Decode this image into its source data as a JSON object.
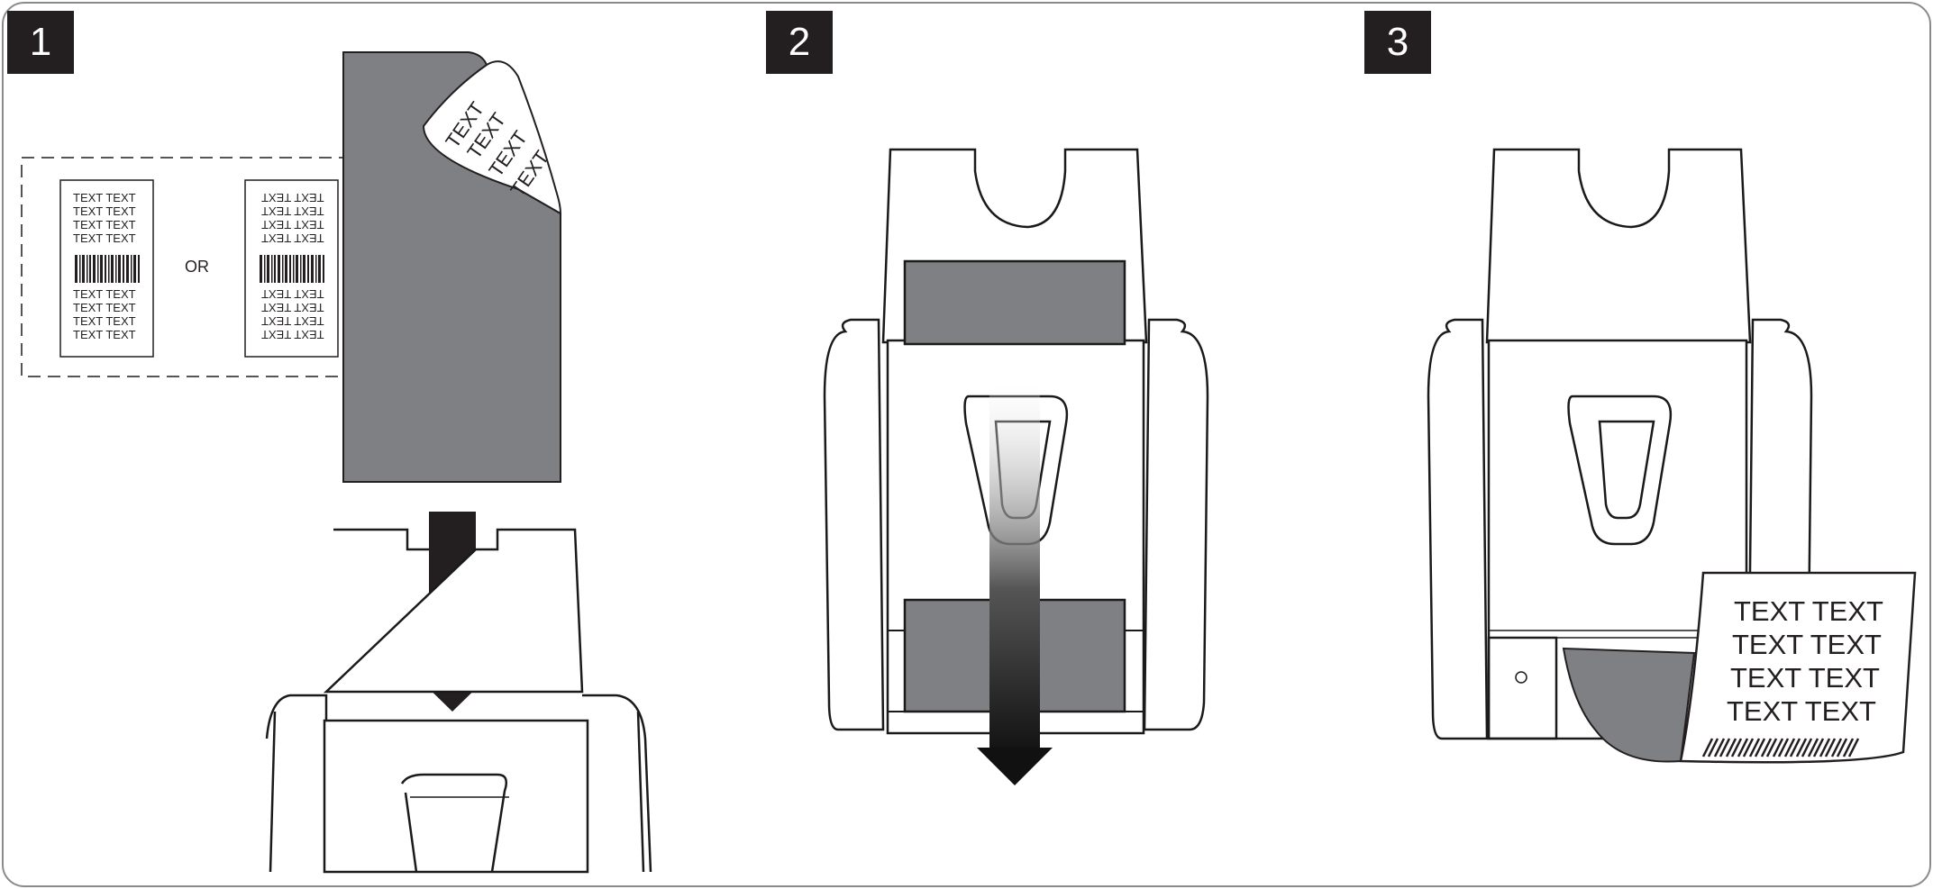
{
  "steps": [
    {
      "number": "1"
    },
    {
      "number": "2"
    },
    {
      "number": "3"
    }
  ],
  "step1": {
    "label_lines": [
      "TEXT TEXT",
      "TEXT TEXT",
      "TEXT TEXT",
      "TEXT TEXT"
    ],
    "separator": "OR",
    "peel_text": [
      "TEXT",
      "TEXT",
      "TEXT",
      "TEXT"
    ]
  },
  "step3": {
    "printed_lines": [
      "TEXT TEXT",
      "TEXT TEXT",
      "TEXT TEXT",
      "TEXT TEXT"
    ]
  },
  "colors": {
    "media": "#7f8083",
    "ink": "#231f20",
    "outline": "#1a1a1a"
  }
}
